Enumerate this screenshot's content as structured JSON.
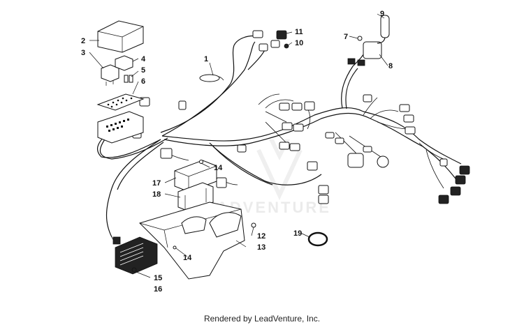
{
  "watermark": {
    "text": "ADVENTURE",
    "color": "#d8d8d8"
  },
  "footer": {
    "text": "Rendered by LeadVenture, Inc."
  },
  "callouts": [
    {
      "id": "1",
      "label": "1"
    },
    {
      "id": "2",
      "label": "2"
    },
    {
      "id": "3",
      "label": "3"
    },
    {
      "id": "4",
      "label": "4"
    },
    {
      "id": "5",
      "label": "5"
    },
    {
      "id": "6",
      "label": "6"
    },
    {
      "id": "7",
      "label": "7"
    },
    {
      "id": "8",
      "label": "8"
    },
    {
      "id": "9",
      "label": "9"
    },
    {
      "id": "10",
      "label": "10"
    },
    {
      "id": "11",
      "label": "11"
    },
    {
      "id": "12",
      "label": "12"
    },
    {
      "id": "13",
      "label": "13"
    },
    {
      "id": "14a",
      "label": "14"
    },
    {
      "id": "14b",
      "label": "14"
    },
    {
      "id": "15",
      "label": "15"
    },
    {
      "id": "16",
      "label": "16"
    },
    {
      "id": "17",
      "label": "17"
    },
    {
      "id": "18",
      "label": "18"
    },
    {
      "id": "19",
      "label": "19"
    }
  ]
}
